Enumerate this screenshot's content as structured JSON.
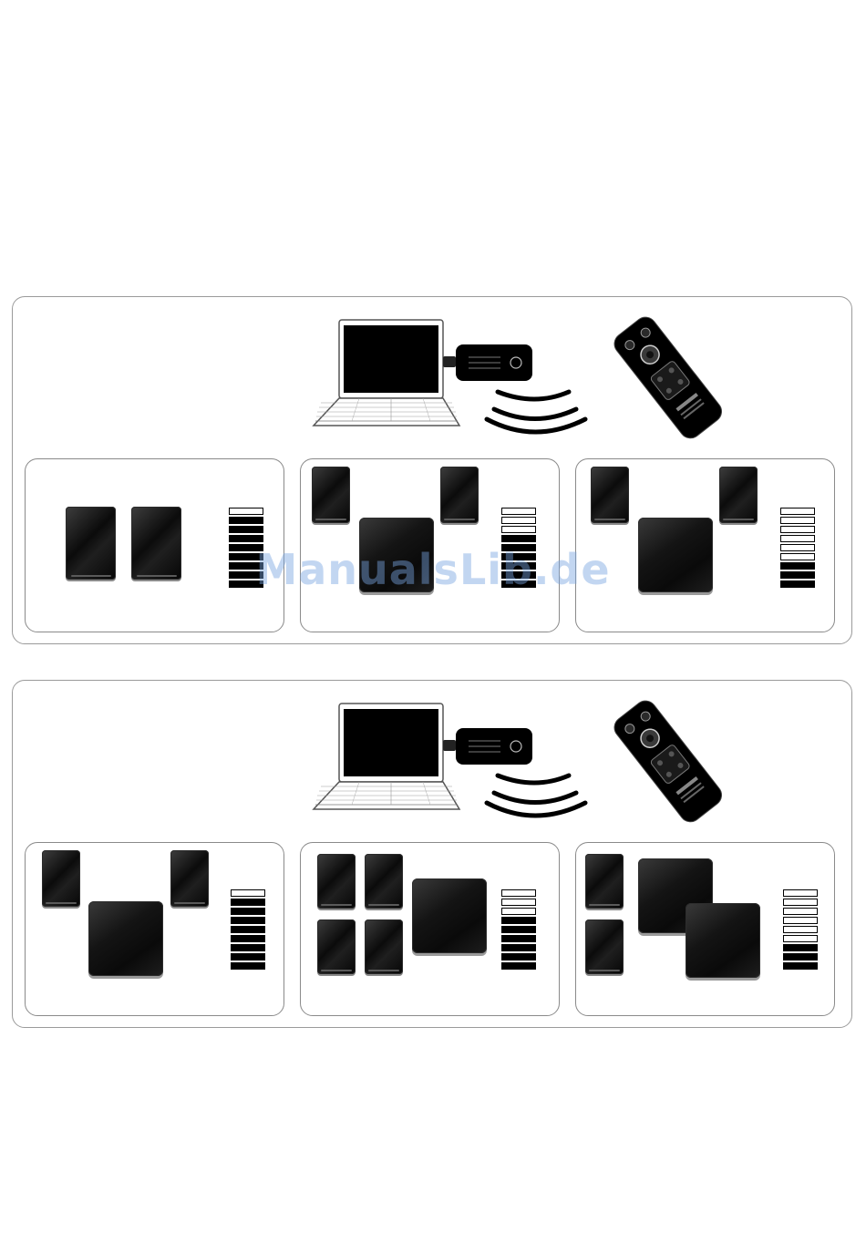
{
  "watermark": {
    "text": "ManualsLib.de"
  },
  "colors": {
    "device": "#000000",
    "outline": "#9a9a9a",
    "watermark": "#78a5e1"
  },
  "icons": {
    "laptop": "laptop-icon",
    "dongle": "usb-dongle-icon",
    "waves": "wireless-signal-icon",
    "remote": "remote-control-icon"
  },
  "groups": [
    {
      "panels": [
        {
          "layout": "two-speakers",
          "meter": {
            "segments": 9,
            "lit": 8
          }
        },
        {
          "layout": "two-speakers-subwoofer",
          "meter": {
            "segments": 9,
            "lit": 6
          }
        },
        {
          "layout": "two-speakers-subwoofer",
          "meter": {
            "segments": 9,
            "lit": 3
          }
        }
      ]
    },
    {
      "panels": [
        {
          "layout": "two-speakers-subwoofer",
          "meter": {
            "segments": 9,
            "lit": 8
          }
        },
        {
          "layout": "four-speakers-subwoofer",
          "meter": {
            "segments": 9,
            "lit": 6
          }
        },
        {
          "layout": "two-speakers-two-subwoofers",
          "meter": {
            "segments": 9,
            "lit": 3
          }
        }
      ]
    }
  ]
}
